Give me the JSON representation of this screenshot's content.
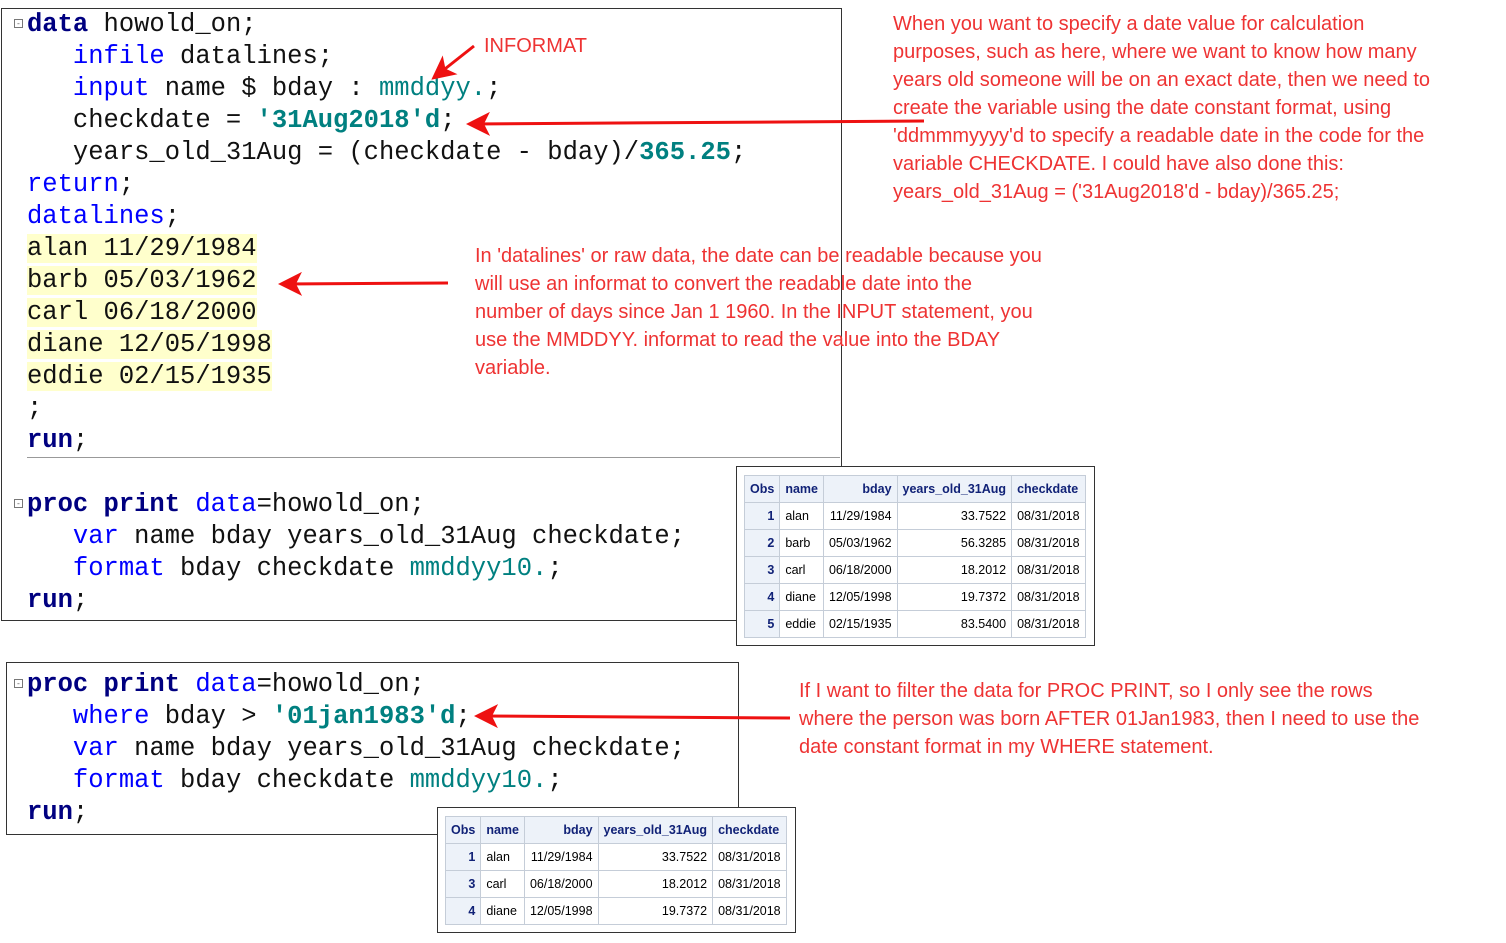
{
  "code_block_1": [
    [
      [
        "kw",
        "data"
      ],
      [
        "",
        "howold_on;"
      ]
    ],
    [
      [
        "",
        "   "
      ],
      [
        "bl",
        "infile"
      ],
      [
        "",
        " datalines;"
      ]
    ],
    [
      [
        "",
        "   "
      ],
      [
        "bl",
        "input"
      ],
      [
        "",
        " name $ bday : "
      ],
      [
        "tl",
        "mmddyy."
      ],
      [
        "",
        ";"
      ]
    ],
    [
      [
        "",
        "   checkdate = "
      ],
      [
        "st",
        "'31Aug2018'd"
      ],
      [
        "",
        ";"
      ]
    ],
    [
      [
        "",
        "   years_old_31Aug = (checkdate - bday)/"
      ],
      [
        "st",
        "365.25"
      ],
      [
        "",
        ";"
      ]
    ],
    [
      [
        "bl",
        "return"
      ],
      [
        "",
        ";"
      ]
    ],
    [
      [
        "bl",
        "datalines"
      ],
      [
        "",
        ";"
      ]
    ],
    [
      [
        "dl",
        "alan 11/29/1984"
      ]
    ],
    [
      [
        "dl",
        "barb 05/03/1962"
      ]
    ],
    [
      [
        "dl",
        "carl 06/18/2000"
      ]
    ],
    [
      [
        "dl",
        "diane 12/05/1998"
      ]
    ],
    [
      [
        "dl",
        "eddie 02/15/1935"
      ]
    ],
    [
      [
        "",
        ";"
      ]
    ],
    [
      [
        "kw",
        "run"
      ],
      [
        "",
        ";"
      ]
    ]
  ],
  "code_block_2": [
    [
      [
        "kw",
        "proc print"
      ],
      [
        "",
        " "
      ],
      [
        "bl",
        "data"
      ],
      [
        "",
        "=howold_on;"
      ]
    ],
    [
      [
        "",
        "   "
      ],
      [
        "bl",
        "var"
      ],
      [
        "",
        " name bday years_old_31Aug checkdate;"
      ]
    ],
    [
      [
        "",
        "   "
      ],
      [
        "bl",
        "format"
      ],
      [
        "",
        " bday checkdate "
      ],
      [
        "tl",
        "mmddyy10."
      ],
      [
        "",
        ";"
      ]
    ],
    [
      [
        "kw",
        "run"
      ],
      [
        "",
        ";"
      ]
    ]
  ],
  "code_block_3": [
    [
      [
        "kw",
        "proc print"
      ],
      [
        "",
        " "
      ],
      [
        "bl",
        "data"
      ],
      [
        "",
        "=howold_on;"
      ]
    ],
    [
      [
        "",
        "   "
      ],
      [
        "bl",
        "where"
      ],
      [
        "",
        " bday > "
      ],
      [
        "st",
        "'01jan1983'd"
      ],
      [
        "",
        ";"
      ]
    ],
    [
      [
        "",
        "   "
      ],
      [
        "bl",
        "var"
      ],
      [
        "",
        " name bday years_old_31Aug checkdate;"
      ]
    ],
    [
      [
        "",
        "   "
      ],
      [
        "bl",
        "format"
      ],
      [
        "",
        " bday checkdate "
      ],
      [
        "tl",
        "mmddyy10."
      ],
      [
        "",
        ";"
      ]
    ],
    [
      [
        "kw",
        "run"
      ],
      [
        "",
        ";"
      ]
    ]
  ],
  "annotations": {
    "informat": "INFORMAT",
    "date_constant": "When you want to specify a date value for calculation\npurposes, such as here, where we want to know how many\nyears old someone will be on an exact date, then we need to\ncreate the variable using the date constant format, using\n'ddmmmyyyy'd to specify a readable date in the code for the\nvariable CHECKDATE. I could have also done this:\nyears_old_31Aug = ('31Aug2018'd - bday)/365.25;",
    "datalines": "In 'datalines' or raw data, the date can be readable because you\nwill use an informat to convert the readable date into the\nnumber of days since Jan 1 1960. In the INPUT statement, you\nuse the MMDDYY. informat to read the value into the BDAY\nvariable.",
    "where": "If I want to filter the data for PROC PRINT, so I only see the rows\nwhere the person was born AFTER 01Jan1983, then I need to use the\ndate constant format in my WHERE statement."
  },
  "table_1": {
    "headers": [
      "Obs",
      "name",
      "bday",
      "years_old_31Aug",
      "checkdate"
    ],
    "rows": [
      [
        "1",
        "alan",
        "11/29/1984",
        "33.7522",
        "08/31/2018"
      ],
      [
        "2",
        "barb",
        "05/03/1962",
        "56.3285",
        "08/31/2018"
      ],
      [
        "3",
        "carl",
        "06/18/2000",
        "18.2012",
        "08/31/2018"
      ],
      [
        "4",
        "diane",
        "12/05/1998",
        "19.7372",
        "08/31/2018"
      ],
      [
        "5",
        "eddie",
        "02/15/1935",
        "83.5400",
        "08/31/2018"
      ]
    ]
  },
  "table_2": {
    "headers": [
      "Obs",
      "name",
      "bday",
      "years_old_31Aug",
      "checkdate"
    ],
    "rows": [
      [
        "1",
        "alan",
        "11/29/1984",
        "33.7522",
        "08/31/2018"
      ],
      [
        "3",
        "carl",
        "06/18/2000",
        "18.2012",
        "08/31/2018"
      ],
      [
        "4",
        "diane",
        "12/05/1998",
        "19.7372",
        "08/31/2018"
      ]
    ]
  },
  "colors": {
    "annotation": "#ee3333",
    "arrow": "#ee1111"
  }
}
